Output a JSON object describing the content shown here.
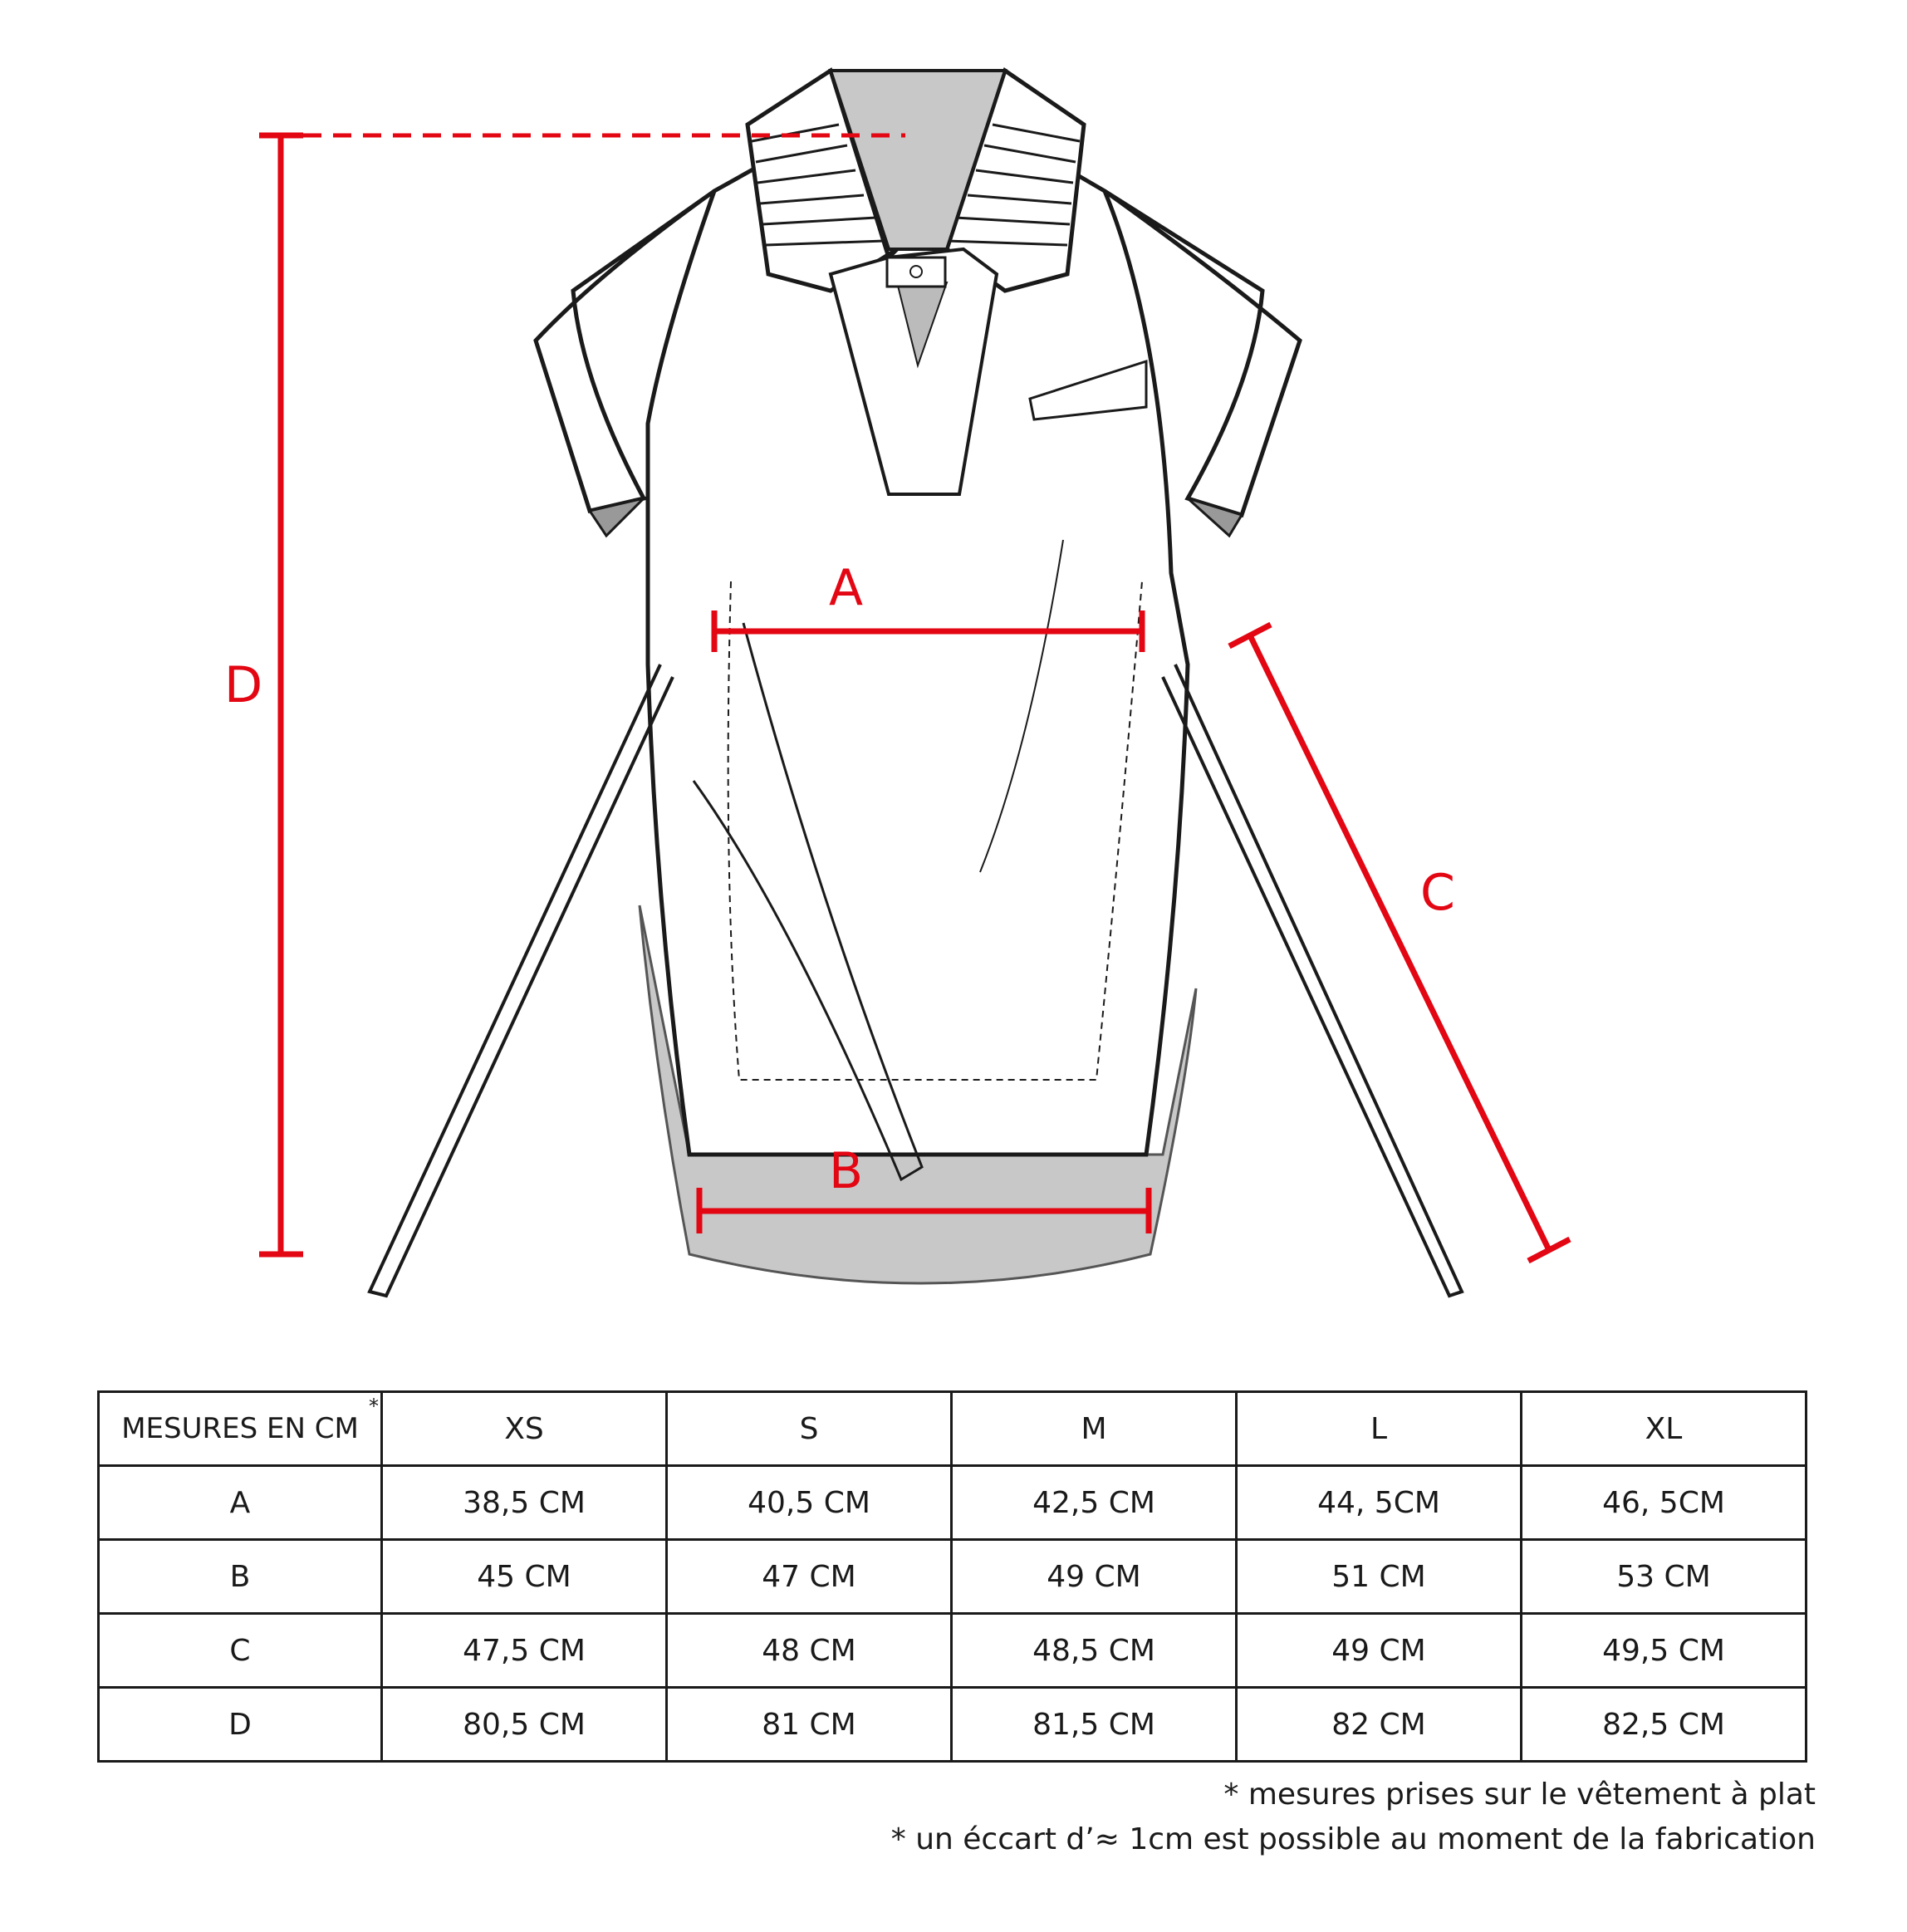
{
  "diagram": {
    "labels": {
      "a": "A",
      "b": "B",
      "c": "C",
      "d": "D"
    },
    "colors": {
      "measure": "#e30613",
      "outline": "#1a1a1a",
      "shade": "#c8c8c8"
    }
  },
  "table": {
    "corner_label": "MESURES EN CM",
    "corner_star": "*",
    "sizes": [
      "XS",
      "S",
      "M",
      "L",
      "XL"
    ],
    "rows": [
      {
        "label": "A",
        "values": [
          "38,5 CM",
          "40,5 CM",
          "42,5 CM",
          "44, 5CM",
          "46, 5CM"
        ]
      },
      {
        "label": "B",
        "values": [
          "45 CM",
          "47 CM",
          "49 CM",
          "51 CM",
          "53 CM"
        ]
      },
      {
        "label": "C",
        "values": [
          "47,5 CM",
          "48 CM",
          "48,5 CM",
          "49 CM",
          "49,5 CM"
        ]
      },
      {
        "label": "D",
        "values": [
          "80,5 CM",
          "81 CM",
          "81,5 CM",
          "82 CM",
          "82,5 CM"
        ]
      }
    ]
  },
  "notes": [
    "*  mesures prises sur le vêtement à plat",
    "*  un éccart d’≈ 1cm est possible au moment de la fabrication"
  ]
}
